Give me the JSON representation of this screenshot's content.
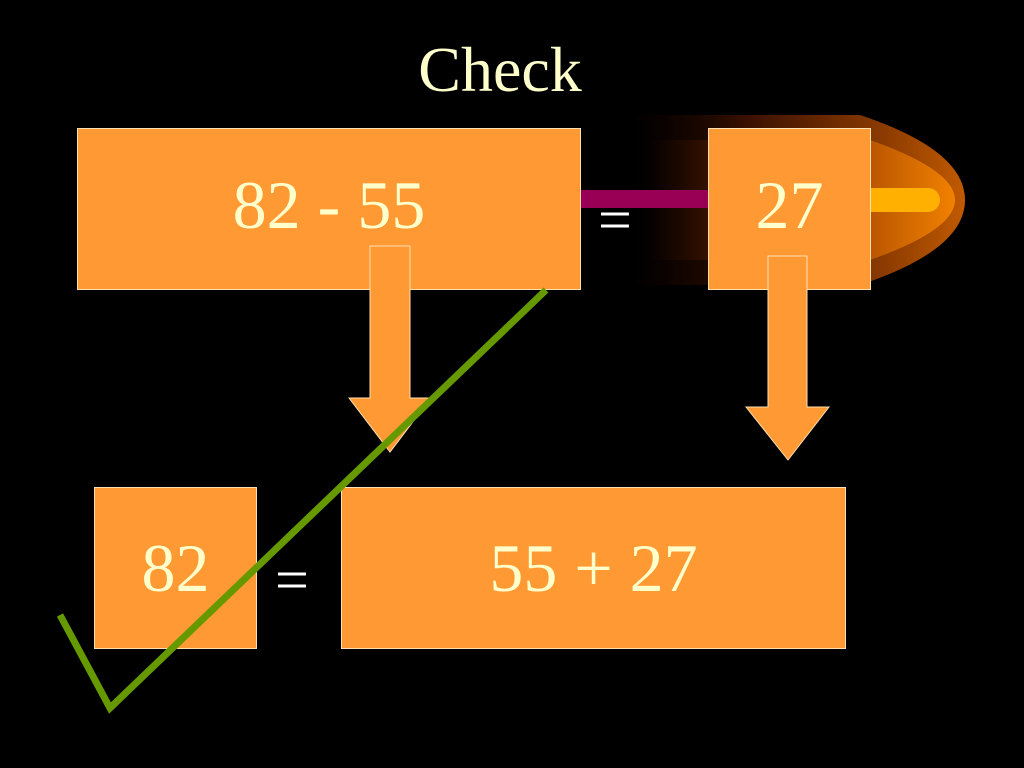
{
  "slide": {
    "title": "Check",
    "top_expression": "82 - 55",
    "top_equals": "=",
    "top_result": "27",
    "bottom_value": "82",
    "bottom_equals": "=",
    "bottom_expression": "55 + 27"
  },
  "colors": {
    "background": "#000000",
    "box_fill": "#FF9933",
    "text": "#FFFFCC",
    "checkmark": "#669900",
    "connector": "#990055"
  },
  "icons": {
    "check": "check-mark-icon",
    "arrow": "down-arrow-icon",
    "flare": "comet-flare-icon"
  }
}
